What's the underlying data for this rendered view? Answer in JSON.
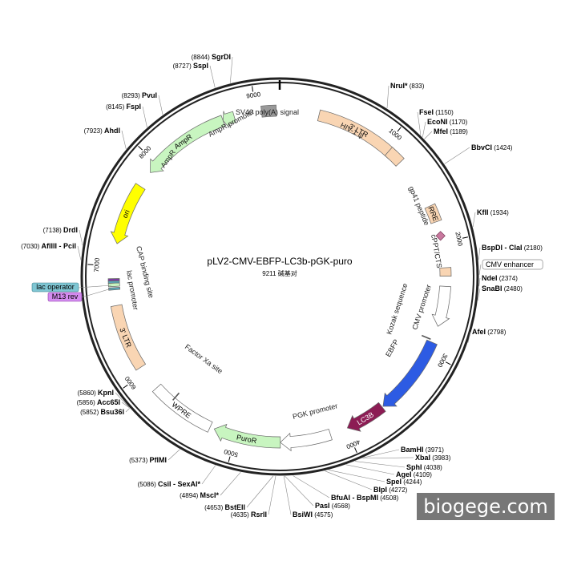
{
  "plasmid": {
    "name": "pLV2-CMV-EBFP-LC3b-pGK-puro",
    "length": 9211,
    "size_label": "9211 碱基对"
  },
  "ticks": [
    {
      "bp": 1000,
      "label": "1000"
    },
    {
      "bp": 2000,
      "label": "2000"
    },
    {
      "bp": 3000,
      "label": "3000"
    },
    {
      "bp": 4000,
      "label": "4000"
    },
    {
      "bp": 5000,
      "label": "5000"
    },
    {
      "bp": 6000,
      "label": "6000"
    },
    {
      "bp": 7000,
      "label": "7000"
    },
    {
      "bp": 8000,
      "label": "8000"
    },
    {
      "bp": 9000,
      "label": "9000"
    }
  ],
  "features": [
    {
      "id": "three-ltr-top",
      "label": "3' LTR",
      "start": 350,
      "end": 1100,
      "type": "box",
      "color": "#f9d5b3",
      "inner": "3' LTR"
    },
    {
      "id": "hiv1-psi",
      "label": "HIV-1 ψ",
      "start": 1050,
      "end": 1190,
      "type": "box",
      "color": "#f9d5b3",
      "inner": ""
    },
    {
      "id": "rre",
      "label": "RRE",
      "start": 1660,
      "end": 1810,
      "type": "box",
      "color": "#f9d5b3",
      "inner": "RRE"
    },
    {
      "id": "gp41",
      "label": "gp41 peptide",
      "start": 1940,
      "end": 1970,
      "type": "diamond",
      "color": "#c8789e",
      "inner": ""
    },
    {
      "id": "cppt",
      "label": "cPPT/CTS",
      "start": 2225,
      "end": 2300,
      "type": "box",
      "color": "#f9d5b3",
      "inner": ""
    },
    {
      "id": "cmv-promoter",
      "label": "CMV promoter",
      "start": 2390,
      "end": 2750,
      "type": "arrow",
      "color": "#ffffff",
      "inner": ""
    },
    {
      "id": "kozak",
      "label": "Kozak sequence",
      "start": 2880,
      "end": 2890,
      "type": "tick",
      "color": "#555555",
      "inner": ""
    },
    {
      "id": "ebfp",
      "label": "EBFP",
      "start": 2900,
      "end": 3620,
      "type": "arrow",
      "color": "#2d5be3",
      "inner": ""
    },
    {
      "id": "lc3b",
      "label": "LC3B",
      "start": 3630,
      "end": 3990,
      "type": "arrow",
      "color": "#8c1c54",
      "inner": "LC3B"
    },
    {
      "id": "pgk-promoter",
      "label": "PGK promoter",
      "start": 4150,
      "end": 4600,
      "type": "arrow",
      "color": "#ffffff",
      "inner": ""
    },
    {
      "id": "puror",
      "label": "PuroR",
      "start": 4600,
      "end": 5200,
      "type": "arrow",
      "color": "#c8f5c0",
      "inner": "PuroR"
    },
    {
      "id": "wpre",
      "label": "WPRE",
      "start": 5240,
      "end": 5830,
      "type": "box",
      "color": "#ffffff",
      "inner": "WPRE"
    },
    {
      "id": "factor-xa",
      "label": "Factor Xa site",
      "start": 5650,
      "end": 5660,
      "type": "tick",
      "color": "#555555",
      "inner": ""
    },
    {
      "id": "three-ltr-bottom",
      "label": "3' LTR",
      "start": 6060,
      "end": 6650,
      "type": "box",
      "color": "#f9d5b3",
      "inner": "3' LTR"
    },
    {
      "id": "lac-promoter",
      "label": "lac promoter",
      "start": 6820,
      "end": 6850,
      "type": "box",
      "color": "#c8f5c0",
      "inner": ""
    },
    {
      "id": "lac-operator",
      "label": "lac operator",
      "start": 6850,
      "end": 6870,
      "type": "box",
      "color": "#5aa5b5",
      "inner": ""
    },
    {
      "id": "m13-rev",
      "label": "M13 rev",
      "start": 6870,
      "end": 6890,
      "type": "box",
      "color": "#7c3ca0",
      "inner": ""
    },
    {
      "id": "cap-binding",
      "label": "CAP binding site",
      "start": 6790,
      "end": 6810,
      "type": "box",
      "color": "#5aa5b5",
      "inner": ""
    },
    {
      "id": "ori",
      "label": "ori",
      "start": 7200,
      "end": 7750,
      "type": "arrowrev",
      "color": "#ffff00",
      "inner": "ori"
    },
    {
      "id": "ampr",
      "label": "AmpR",
      "start": 7900,
      "end": 8700,
      "type": "arrowrev",
      "color": "#c8f5c0",
      "inner": "AmpR"
    },
    {
      "id": "ampr-promoter",
      "label": "AmpR promoter",
      "start": 8700,
      "end": 8805,
      "type": "arrowrev",
      "color": "#c8f5c0",
      "inner": ""
    },
    {
      "id": "sv40-polya",
      "label": "SV40 poly(A) signal",
      "start": 9050,
      "end": 9180,
      "type": "box",
      "color": "#999999",
      "inner": ""
    }
  ],
  "feature_labels": [
    {
      "id": "ltr-top-label",
      "text": "3' LTR"
    },
    {
      "id": "hiv-label",
      "text": "HIV-1 ψ"
    },
    {
      "id": "rre-label",
      "text": "RRE"
    },
    {
      "id": "gp41-label",
      "text": "gp41 peptide"
    },
    {
      "id": "cppt-label",
      "text": "cPPT/CTS"
    },
    {
      "id": "cmv-promoter-label",
      "text": "CMV promoter"
    },
    {
      "id": "kozak-label",
      "text": "Kozak sequence"
    },
    {
      "id": "ebfp-label",
      "text": "EBFP"
    },
    {
      "id": "lc3b-label",
      "text": "LC3B"
    },
    {
      "id": "pgk-label",
      "text": "PGK promoter"
    },
    {
      "id": "puror-label",
      "text": "PuroR"
    },
    {
      "id": "wpre-label",
      "text": "WPRE"
    },
    {
      "id": "factor-xa-label",
      "text": "Factor Xa site"
    },
    {
      "id": "ltr-bottom-label",
      "text": "3' LTR"
    },
    {
      "id": "cap-label",
      "text": "CAP binding site"
    },
    {
      "id": "lac-promoter-label",
      "text": "lac promoter"
    },
    {
      "id": "ori-label",
      "text": "ori"
    },
    {
      "id": "ampr-label",
      "text": "AmpR"
    },
    {
      "id": "ampr-promoter-label",
      "text": "AmpR promoter"
    },
    {
      "id": "sv40-label",
      "text": "SV40 poly(A) signal"
    }
  ],
  "sites": [
    {
      "name": "SgrDI",
      "pos": "(8844)",
      "bp": 8844,
      "side": "left"
    },
    {
      "name": "SspI",
      "pos": "(8727)",
      "bp": 8727,
      "side": "left"
    },
    {
      "name": "PvuI",
      "pos": "(8293)",
      "bp": 8293,
      "side": "left"
    },
    {
      "name": "FspI",
      "pos": "(8145)",
      "bp": 8145,
      "side": "left"
    },
    {
      "name": "AhdI",
      "pos": "(7923)",
      "bp": 7923,
      "side": "left"
    },
    {
      "name": "DrdI",
      "pos": "(7138)",
      "bp": 7138,
      "side": "left"
    },
    {
      "name": "AflIII - PciI",
      "pos": "(7030)",
      "bp": 7030,
      "side": "left"
    },
    {
      "name": "KpnI",
      "pos": "(5860)",
      "bp": 5860,
      "side": "left"
    },
    {
      "name": "Acc65I",
      "pos": "(5856)",
      "bp": 5856,
      "side": "left"
    },
    {
      "name": "Bsu36I",
      "pos": "(5852)",
      "bp": 5852,
      "side": "left"
    },
    {
      "name": "PflMI",
      "pos": "(5373)",
      "bp": 5373,
      "side": "left"
    },
    {
      "name": "CsiI - SexAI*",
      "pos": "(5086)",
      "bp": 5086,
      "side": "left"
    },
    {
      "name": "MscI*",
      "pos": "(4894)",
      "bp": 4894,
      "side": "left"
    },
    {
      "name": "BstEII",
      "pos": "(4653)",
      "bp": 4653,
      "side": "left"
    },
    {
      "name": "RsrII",
      "pos": "(4635)",
      "bp": 4635,
      "side": "left"
    },
    {
      "name": "NruI*",
      "pos": "(833)",
      "bp": 833,
      "side": "right"
    },
    {
      "name": "FseI",
      "pos": "(1150)",
      "bp": 1150,
      "side": "right"
    },
    {
      "name": "EcoNI",
      "pos": "(1170)",
      "bp": 1170,
      "side": "right"
    },
    {
      "name": "MfeI",
      "pos": "(1189)",
      "bp": 1189,
      "side": "right"
    },
    {
      "name": "BbvCI",
      "pos": "(1424)",
      "bp": 1424,
      "side": "right"
    },
    {
      "name": "KflI",
      "pos": "(1934)",
      "bp": 1934,
      "side": "right"
    },
    {
      "name": "BspDI - ClaI",
      "pos": "(2180)",
      "bp": 2180,
      "side": "right"
    },
    {
      "name": "CMV enhancer",
      "pos": "",
      "bp": 2290,
      "side": "right",
      "boxed": true
    },
    {
      "name": "NdeI",
      "pos": "(2374)",
      "bp": 2374,
      "side": "right"
    },
    {
      "name": "SnaBI",
      "pos": "(2480)",
      "bp": 2480,
      "side": "right"
    },
    {
      "name": "AfeI",
      "pos": "(2798)",
      "bp": 2798,
      "side": "right"
    },
    {
      "name": "BamHI",
      "pos": "(3971)",
      "bp": 3971,
      "side": "right"
    },
    {
      "name": "XbaI",
      "pos": "(3983)",
      "bp": 3983,
      "side": "right"
    },
    {
      "name": "SphI",
      "pos": "(4038)",
      "bp": 4038,
      "side": "right"
    },
    {
      "name": "AgeI",
      "pos": "(4109)",
      "bp": 4109,
      "side": "right"
    },
    {
      "name": "SpeI",
      "pos": "(4244)",
      "bp": 4244,
      "side": "right"
    },
    {
      "name": "BlpI",
      "pos": "(4272)",
      "bp": 4272,
      "side": "right"
    },
    {
      "name": "BfuAI - BspMI",
      "pos": "(4508)",
      "bp": 4508,
      "side": "right"
    },
    {
      "name": "PasI",
      "pos": "(4568)",
      "bp": 4568,
      "side": "right"
    },
    {
      "name": "BsiWI",
      "pos": "(4575)",
      "bp": 4575,
      "side": "right"
    }
  ],
  "left_badges": [
    {
      "id": "lac-operator-badge",
      "text": "lac operator",
      "color": "#7fc6d3"
    },
    {
      "id": "m13-rev-badge",
      "text": "M13 rev",
      "color": "#d58cf0"
    }
  ],
  "watermark": "biogege.com"
}
